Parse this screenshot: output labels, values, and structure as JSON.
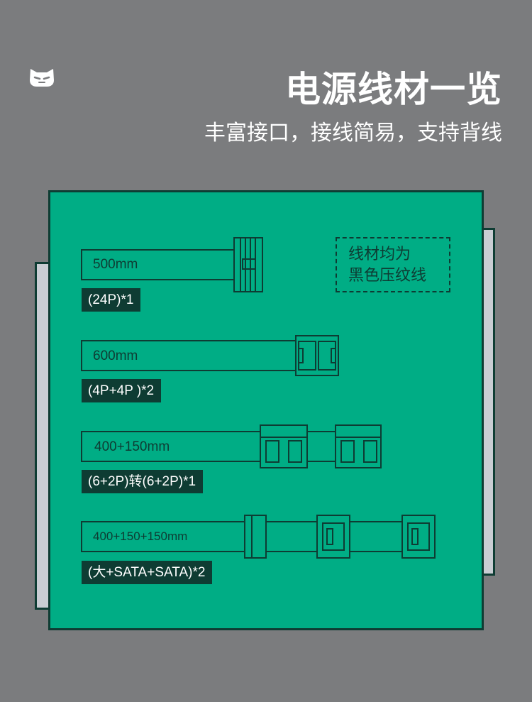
{
  "header": {
    "title": "电源线材一览",
    "subtitle": "丰富接口，接线简易，支持背线",
    "logo_icon": "cat-face-logo-icon"
  },
  "note": {
    "line1": "线材均为",
    "line2": "黑色压纹线"
  },
  "cables": [
    {
      "length": "500mm",
      "label": "(24P)*1"
    },
    {
      "length": "600mm",
      "label": "(4P+4P )*2"
    },
    {
      "length": "400+150mm",
      "label": "(6+2P)转(6+2P)*1"
    },
    {
      "length": "400+150+150mm",
      "label": "(大+SATA+SATA)*2"
    }
  ],
  "colors": {
    "background": "#7b7c7e",
    "panel": "#00ad85",
    "line": "#0e3c33",
    "side": "#c9cdd3"
  }
}
